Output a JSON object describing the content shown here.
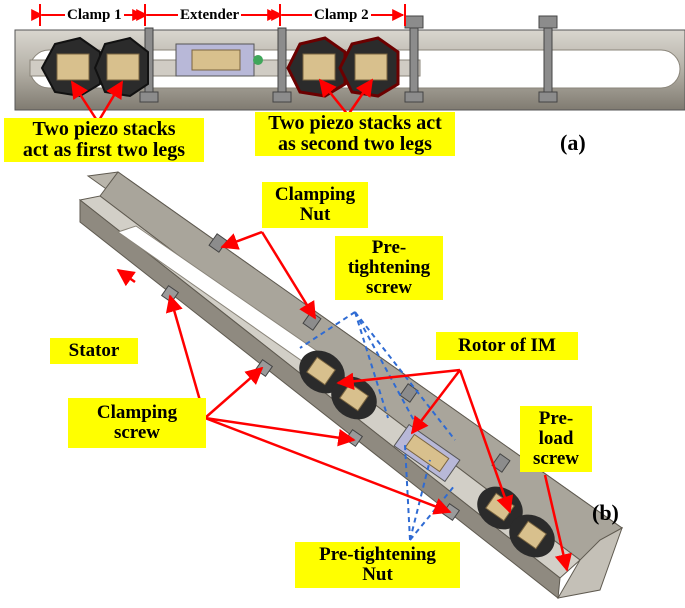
{
  "panel_a": {
    "segments": {
      "clamp1": "Clamp 1",
      "extender": "Extender",
      "clamp2": "Clamp 2"
    },
    "labels": {
      "piezo_first_line1": "Two piezo stacks",
      "piezo_first_line2": "act as first two legs",
      "piezo_second_line1": "Two piezo stacks act",
      "piezo_second_line2": "as second two legs"
    },
    "tag": "(a)"
  },
  "panel_b": {
    "labels": {
      "clamping_nut_line1": "Clamping",
      "clamping_nut_line2": "Nut",
      "pretight_screw_line1": "Pre-",
      "pretight_screw_line2": "tightening",
      "pretight_screw_line3": "screw",
      "stator": "Stator",
      "rotor": "Rotor of IM",
      "clamping_screw_line1": "Clamping",
      "clamping_screw_line2": "screw",
      "preload_line1": "Pre-",
      "preload_line2": "load",
      "preload_line3": "screw",
      "pretight_nut_line1": "Pre-tightening",
      "pretight_nut_line2": "Nut"
    },
    "tag": "(b)"
  },
  "colors": {
    "label_bg": "#ffff00",
    "arrow": "#ff0000",
    "dashed": "#2f6bd3",
    "steel": "#b7b2a7",
    "steel_dark": "#6f6a60",
    "piezo": "#d8c08d"
  }
}
